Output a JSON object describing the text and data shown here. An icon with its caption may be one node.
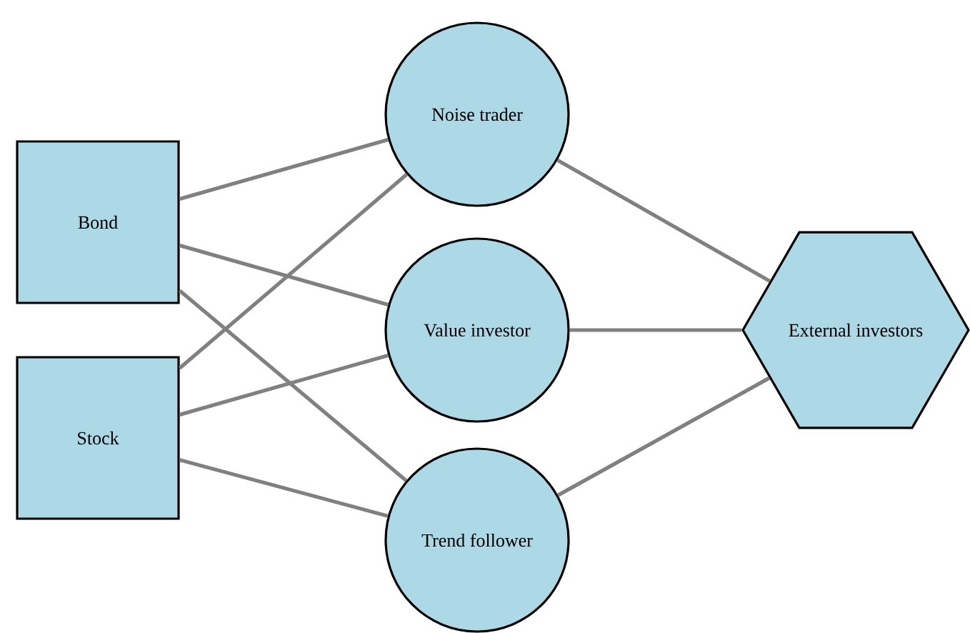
{
  "diagram": {
    "nodes": [
      {
        "text": [
          "Bond"
        ]
      },
      {
        "text": [
          "Stock"
        ]
      },
      {
        "text": [
          "Noise trader"
        ]
      },
      {
        "text": [
          "Value investor"
        ]
      },
      {
        "text": [
          "Trend follower"
        ]
      },
      {
        "text": [
          "External investors"
        ]
      }
    ],
    "edges": [
      {
        "from": 0,
        "to": 2,
        "arrow": "none"
      },
      {
        "from": 0,
        "to": 3,
        "arrow": "none"
      },
      {
        "from": 0,
        "to": 4,
        "arrow": "none"
      },
      {
        "from": 1,
        "to": 2,
        "arrow": "none"
      },
      {
        "from": 1,
        "to": 3,
        "arrow": "none"
      },
      {
        "from": 1,
        "to": 4,
        "arrow": "none"
      },
      {
        "from": 2,
        "to": 5,
        "arrow": "none"
      },
      {
        "from": 3,
        "to": 5,
        "arrow": "none"
      },
      {
        "from": 4,
        "to": 5,
        "arrow": "none"
      }
    ]
  }
}
